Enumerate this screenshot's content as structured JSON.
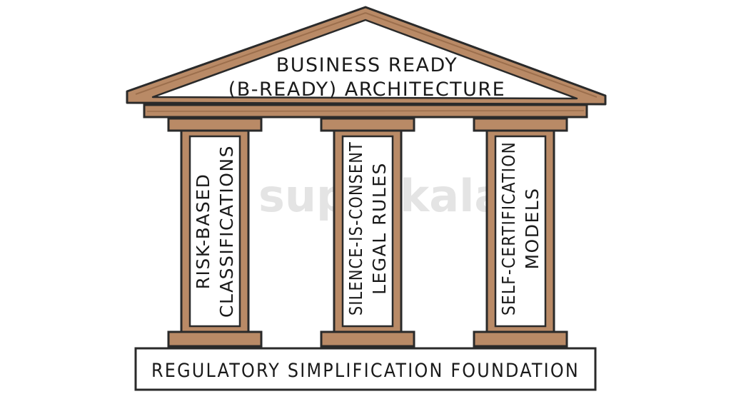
{
  "roof": {
    "line1": "BUSINESS READY",
    "line2": "(B-READY) ARCHITECTURE"
  },
  "pillars": [
    {
      "line1": "RISK-BASED",
      "line2": "CLASSIFICATIONS"
    },
    {
      "line1": "SILENCE-IS-CONSENT",
      "line2": "LEGAL RULES"
    },
    {
      "line1": "SELF-CERTIFICATION",
      "line2": "MODELS"
    }
  ],
  "foundation": {
    "label": "REGULATORY SIMPLIFICATION FOUNDATION"
  },
  "watermark": {
    "text": "superkalam"
  },
  "colors": {
    "wood": "#b98a66",
    "wood_dark": "#8a5e3e",
    "outline": "#2a2a2a",
    "paper": "#ffffff"
  }
}
